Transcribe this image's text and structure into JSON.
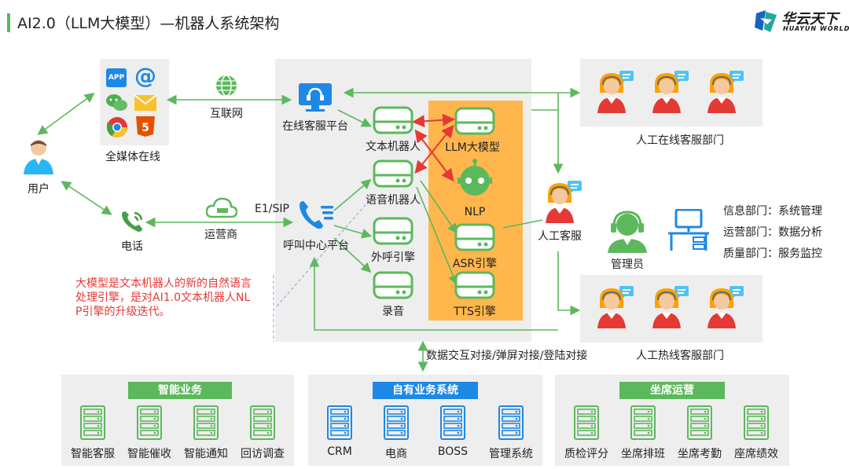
{
  "header": {
    "title": "AI2.0（LLM大模型）—机器人系统架构"
  },
  "logo": {
    "cn": "华云天下",
    "en": "HUAYUN WORLD"
  },
  "nodes": {
    "user": "用户",
    "omni": "全媒体在线",
    "internet": "互联网",
    "phone": "电话",
    "carrier": "运营商",
    "e1sip": "E1/SIP",
    "online_platform": "在线客服平台",
    "call_center": "呼叫中心平台",
    "text_robot": "文本机器人",
    "voice_robot": "语音机器人",
    "outbound": "外呼引擎",
    "recording": "录音",
    "llm": "LLM大模型",
    "nlp": "NLP",
    "asr": "ASR引擎",
    "tts": "TTS引擎",
    "human_agent": "人工客服",
    "online_dept": "人工在线客服部门",
    "hotline_dept": "人工热线客服部门",
    "admin": "管理员",
    "data_link": "数据交互对接/弹屏对接/登陆对接"
  },
  "omni_icons": {
    "app": "APP",
    "at": "@"
  },
  "departments": [
    "信息部门：系统管理",
    "运营部门：数据分析",
    "质量部门：服务监控"
  ],
  "note": "大模型是文本机器人的新的自然语言处理引擎，是对AI1.0文本机器人NLP引擎的升级迭代。",
  "bottom_groups": [
    {
      "title": "智能业务",
      "items": [
        "智能客服",
        "智能催收",
        "智能通知",
        "回访调查"
      ]
    },
    {
      "title": "自有业务系统",
      "items": [
        "CRM",
        "电商",
        "BOSS",
        "管理系统"
      ]
    },
    {
      "title": "坐席运营",
      "items": [
        "质检评分",
        "坐席排班",
        "坐席考勤",
        "座席绩效"
      ]
    }
  ],
  "colors": {
    "accent_green": "#5cb85c",
    "header_blue": "#1e88e5",
    "orange_panel": "#ffb74d",
    "arrow_red": "#e53935",
    "note_red": "#e53935",
    "link_green": "#5cb85c"
  }
}
